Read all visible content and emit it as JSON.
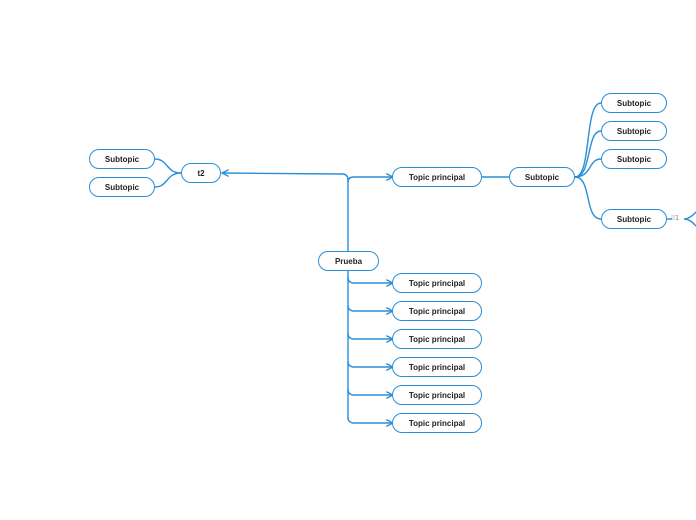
{
  "root": {
    "label": "Prueba"
  },
  "t2": {
    "label": "t2",
    "children": [
      {
        "label": "Subtopic"
      },
      {
        "label": "Subtopic"
      }
    ]
  },
  "main_topic": {
    "label": "Topic principal",
    "sub": {
      "label": "Subtopic",
      "children": [
        {
          "label": "Subtopic"
        },
        {
          "label": "Subtopic"
        },
        {
          "label": "Subtopic"
        },
        {
          "label": "Subtopic",
          "collapsed_count": "1"
        }
      ]
    }
  },
  "topics": [
    {
      "label": "Topic principal"
    },
    {
      "label": "Topic principal"
    },
    {
      "label": "Topic principal"
    },
    {
      "label": "Topic principal"
    },
    {
      "label": "Topic principal"
    },
    {
      "label": "Topic principal"
    }
  ],
  "colors": {
    "line": "#2a8fd6",
    "text": "#222222",
    "node_bg": "#ffffff"
  }
}
